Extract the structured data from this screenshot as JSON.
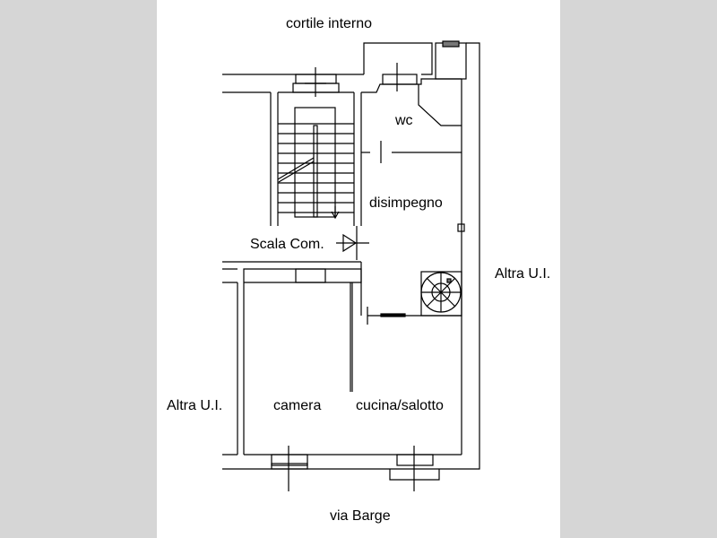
{
  "labels": {
    "top": "cortile interno",
    "bottom": "via Barge",
    "left": "Altra U.I.",
    "right": "Altra U.I.",
    "wc": "wc",
    "disimpegno": "disimpegno",
    "scala": "Scala Com.",
    "camera": "camera",
    "cucina": "cucina/salotto"
  },
  "colors": {
    "side_panel": "#d6d6d6",
    "line": "#000000"
  }
}
